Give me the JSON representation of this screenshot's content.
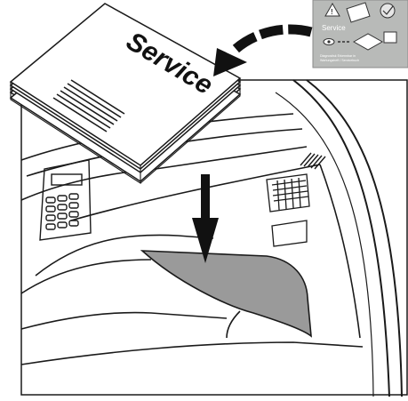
{
  "booklet": {
    "title": "Service"
  },
  "sticker": {
    "title": "Service",
    "fine_print_line1": "Diagnostisk Erkennbar in",
    "fine_print_line2": "Wartungsheft / Servicebuch"
  },
  "colors": {
    "line": "#1a1a1a",
    "glovebox_fill": "#9a9a9a",
    "sticker_bg": "#b8bab8",
    "arrow_fill": "#111111"
  },
  "icons": [
    "warning-triangle-icon",
    "book-icon",
    "checkmark-icon",
    "eye-icon",
    "arrow-icon"
  ]
}
